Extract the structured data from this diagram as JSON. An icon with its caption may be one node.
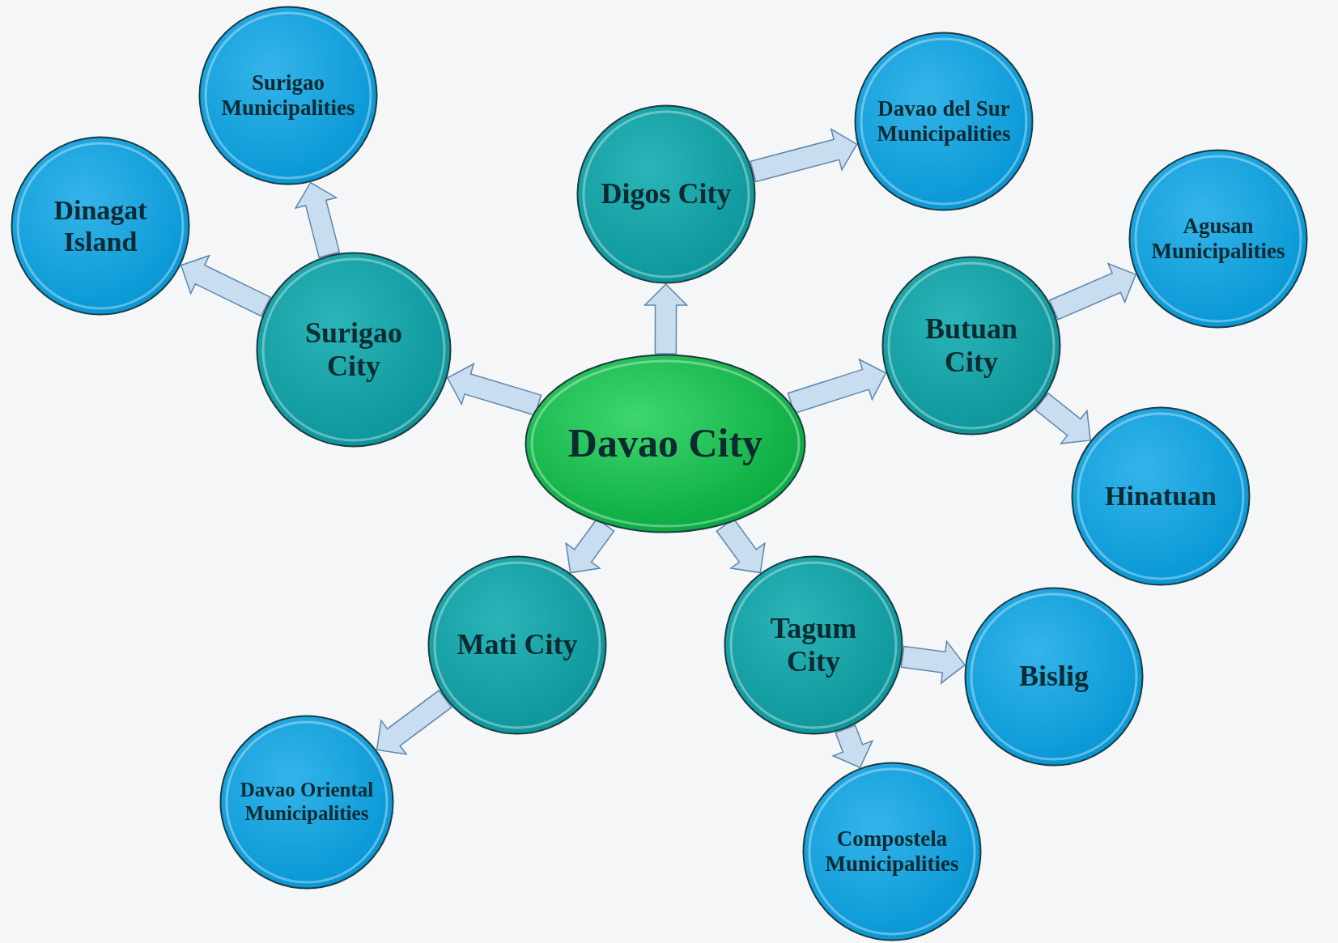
{
  "diagram": {
    "nodes": [
      {
        "text": [
          "Davao City"
        ]
      },
      {
        "text": [
          "Digos City"
        ]
      },
      {
        "text": [
          "Davao del Sur Municipalities"
        ]
      },
      {
        "text": [
          "Surigao City"
        ]
      },
      {
        "text": [
          "Surigao Municipalities"
        ]
      },
      {
        "text": [
          "Dinagat Island"
        ]
      },
      {
        "text": [
          "Butuan City"
        ]
      },
      {
        "text": [
          "Agusan Municipalities"
        ]
      },
      {
        "text": [
          "Hinatuan"
        ]
      },
      {
        "text": [
          "Mati City"
        ]
      },
      {
        "text": [
          "Davao Oriental Municipalities"
        ]
      },
      {
        "text": [
          "Tagum City"
        ]
      },
      {
        "text": [
          "Bislig"
        ]
      },
      {
        "text": [
          "Compostela Municipalities"
        ]
      }
    ],
    "edges": [
      {
        "from": 0,
        "to": 1,
        "arrow": "to"
      },
      {
        "from": 0,
        "to": 3,
        "arrow": "to"
      },
      {
        "from": 0,
        "to": 6,
        "arrow": "to"
      },
      {
        "from": 0,
        "to": 9,
        "arrow": "to"
      },
      {
        "from": 0,
        "to": 11,
        "arrow": "to"
      },
      {
        "from": 1,
        "to": 2,
        "arrow": "to"
      },
      {
        "from": 3,
        "to": 4,
        "arrow": "to"
      },
      {
        "from": 3,
        "to": 5,
        "arrow": "to"
      },
      {
        "from": 6,
        "to": 7,
        "arrow": "to"
      },
      {
        "from": 6,
        "to": 8,
        "arrow": "to"
      },
      {
        "from": 9,
        "to": 10,
        "arrow": "to"
      },
      {
        "from": 11,
        "to": 12,
        "arrow": "to"
      },
      {
        "from": 11,
        "to": 13,
        "arrow": "to"
      }
    ]
  }
}
